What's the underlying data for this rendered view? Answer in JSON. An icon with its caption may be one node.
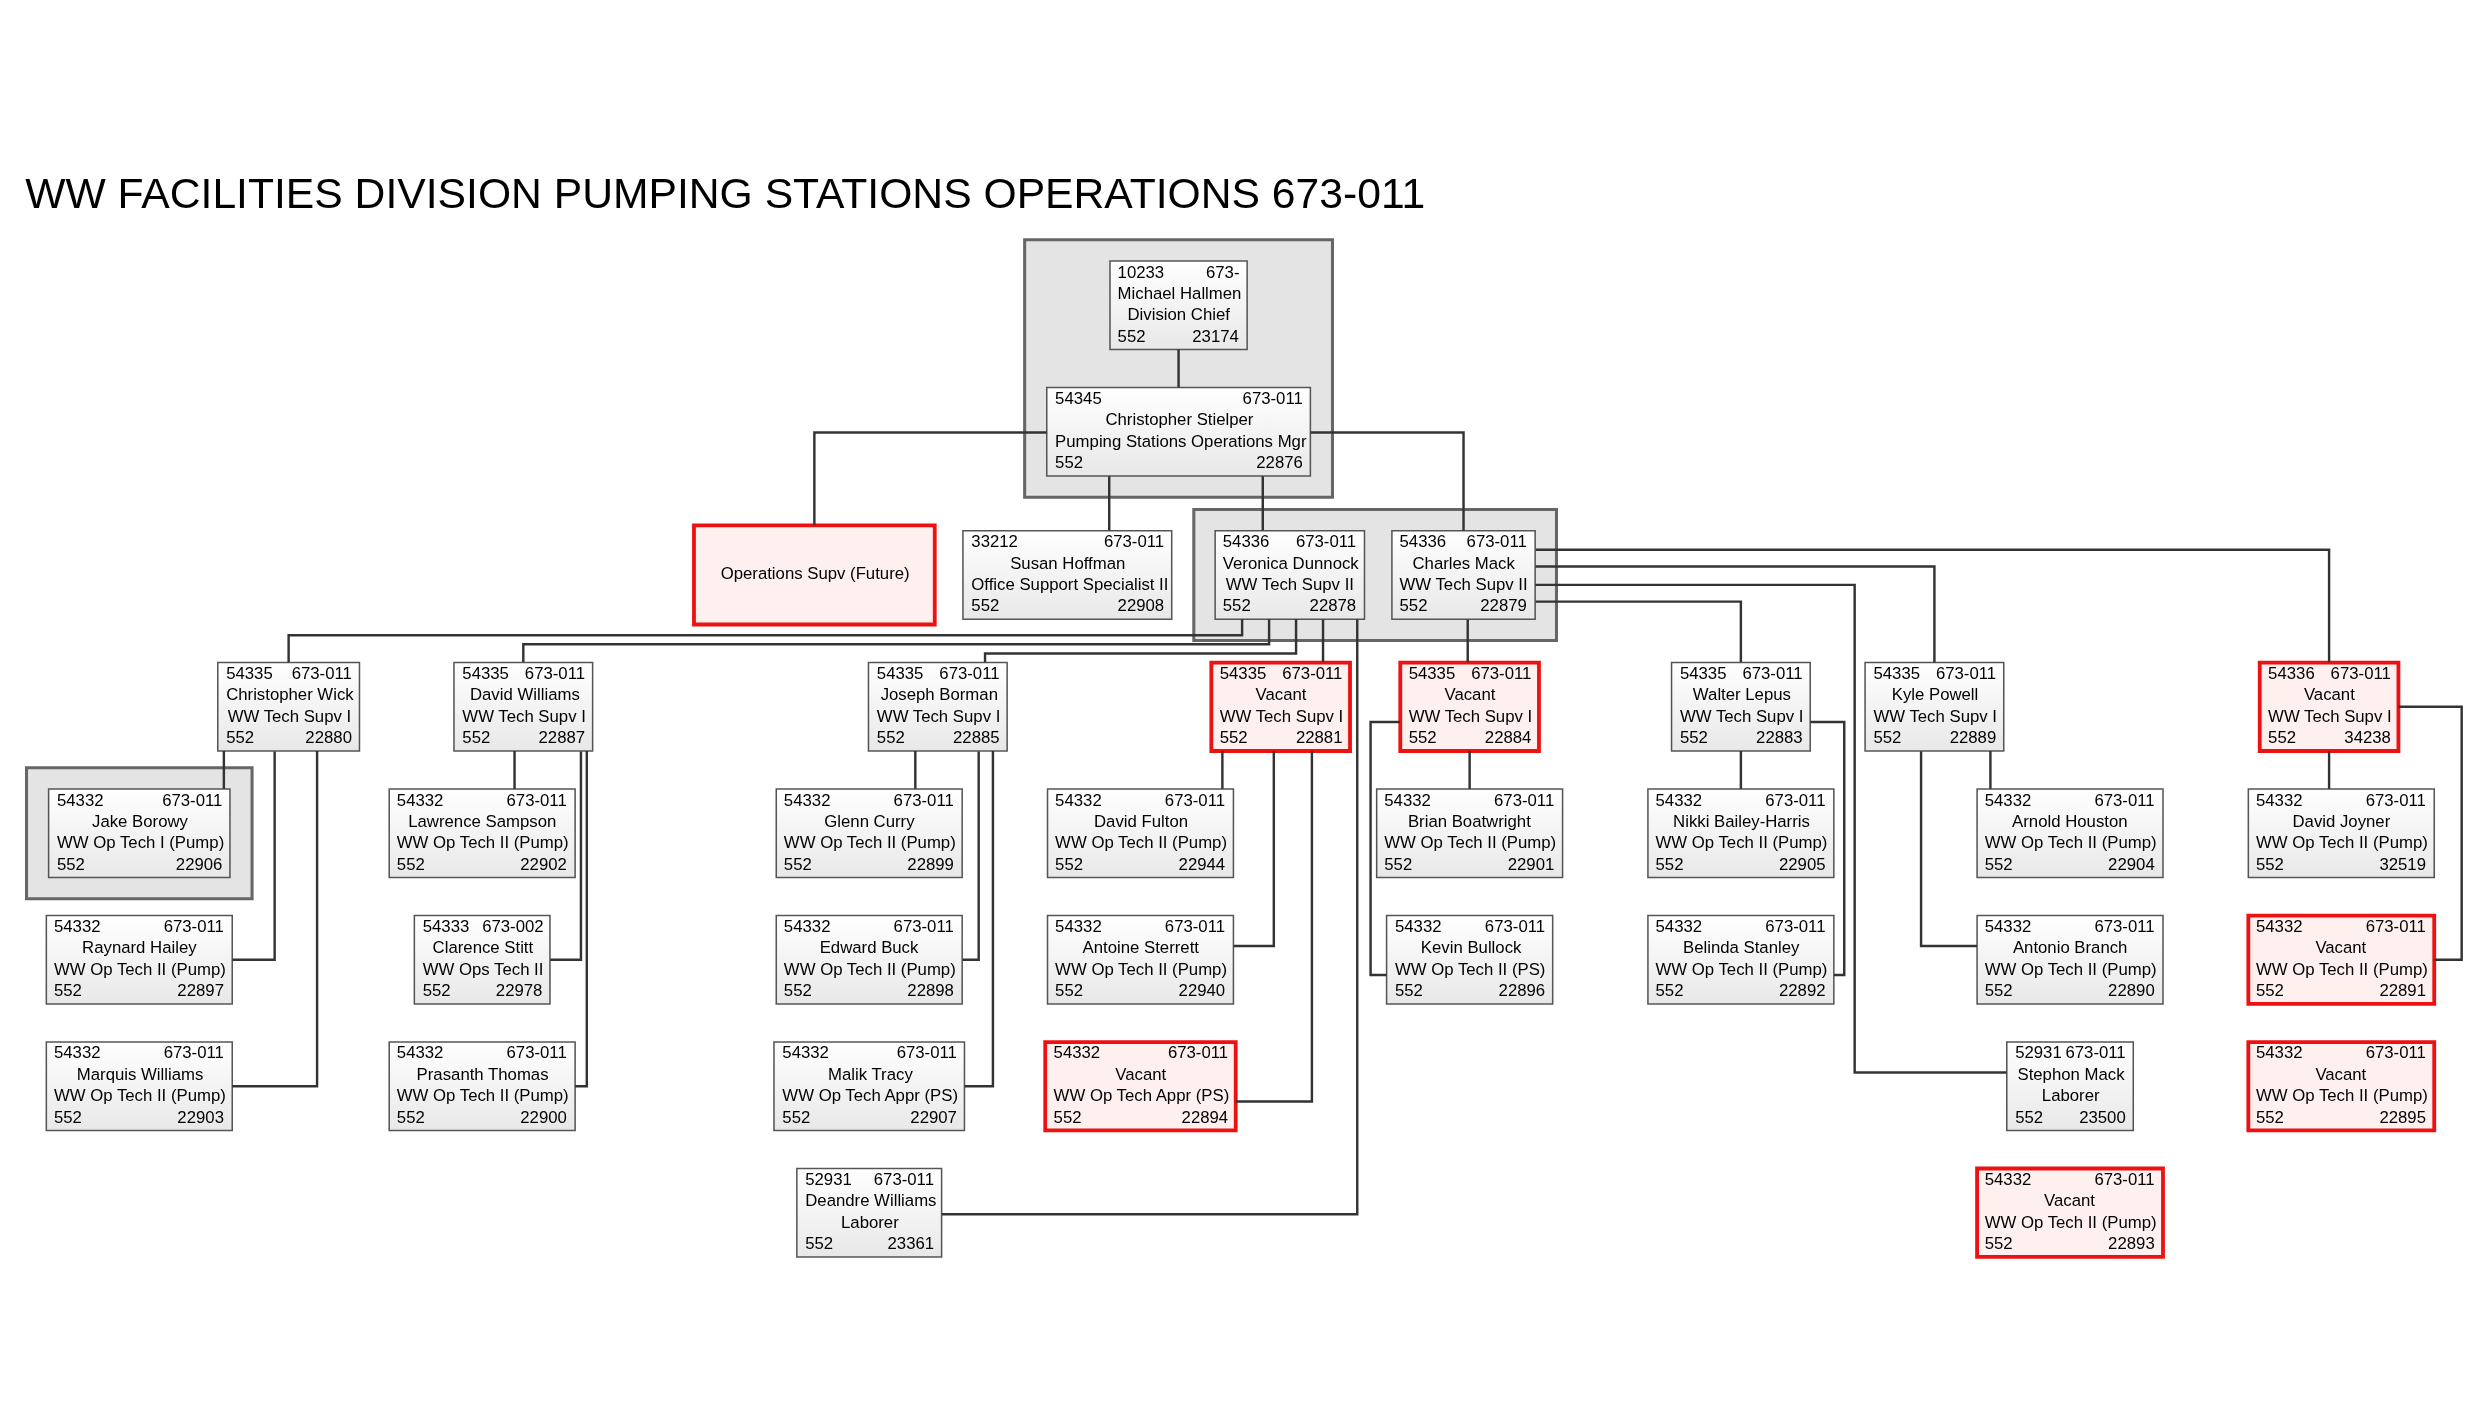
{
  "diagram": {
    "title": "WW FACILITIES DIVISION PUMPING STATIONS OPERATIONS 673-011",
    "nodes": [
      {
        "text": [],
        "shape": "box"
      },
      {
        "text": [
          "10233",
          "673-",
          "Michael Hallmen",
          "Division Chief",
          "552",
          "23174"
        ],
        "in": 0
      },
      {
        "text": [
          "54345",
          "673-011",
          "Christopher Stielper",
          "Pumping Stations Operations Mgr",
          "552",
          "22876"
        ],
        "in": 0
      },
      {
        "text": [
          "Operations Supv (Future)"
        ]
      },
      {
        "text": [
          "33212",
          "673-011",
          "Susan Hoffman",
          "Office Support Specialist II",
          "552",
          "22908"
        ]
      },
      {
        "text": [],
        "shape": "box"
      },
      {
        "text": [
          "54336",
          "673-011",
          "Veronica Dunnock",
          "WW Tech Supv II",
          "552",
          "22878"
        ],
        "in": 5
      },
      {
        "text": [
          "54336",
          "673-011",
          "Charles Mack",
          "WW Tech Supv II",
          "552",
          "22879"
        ],
        "in": 5
      },
      {
        "text": [
          "54335",
          "673-011",
          "Christopher Wick",
          "WW Tech Supv I",
          "552",
          "22880"
        ]
      },
      {
        "text": [
          "54335",
          "673-011",
          "David Williams",
          "WW Tech Supv I",
          "552",
          "22887"
        ]
      },
      {
        "text": [
          "54335",
          "673-011",
          "Joseph Borman",
          "WW Tech Supv I",
          "552",
          "22885"
        ]
      },
      {
        "text": [
          "54335",
          "673-011",
          "Vacant",
          "WW Tech Supv I",
          "552",
          "22881"
        ]
      },
      {
        "text": [
          "54335",
          "673-011",
          "Vacant",
          "WW Tech Supv I",
          "552",
          "22884"
        ]
      },
      {
        "text": [
          "54335",
          "673-011",
          "Walter Lepus",
          "WW Tech Supv I",
          "552",
          "22883"
        ]
      },
      {
        "text": [
          "54335",
          "673-011",
          "Kyle Powell",
          "WW Tech Supv I",
          "552",
          "22889"
        ]
      },
      {
        "text": [
          "54336",
          "673-011",
          "Vacant",
          "WW Tech Supv I",
          "552",
          "34238"
        ]
      },
      {
        "text": [],
        "shape": "box"
      },
      {
        "text": [
          "54332",
          "673-011",
          "Jake Borowy",
          "WW Op Tech I (Pump)",
          "552",
          "22906"
        ],
        "in": 16
      },
      {
        "text": [
          "54332",
          "673-011",
          "Lawrence Sampson",
          "WW Op Tech II (Pump)",
          "552",
          "22902"
        ]
      },
      {
        "text": [
          "54332",
          "673-011",
          "Glenn Curry",
          "WW Op Tech II (Pump)",
          "552",
          "22899"
        ]
      },
      {
        "text": [
          "54332",
          "673-011",
          "David Fulton",
          "WW Op Tech II (Pump)",
          "552",
          "22944"
        ]
      },
      {
        "text": [
          "54332",
          "673-011",
          "Brian Boatwright",
          "WW Op Tech II (Pump)",
          "552",
          "22901"
        ]
      },
      {
        "text": [
          "54332",
          "673-011",
          "Nikki Bailey-Harris",
          "WW Op Tech II (Pump)",
          "552",
          "22905"
        ]
      },
      {
        "text": [
          "54332",
          "673-011",
          "Arnold Houston",
          "WW Op Tech II (Pump)",
          "552",
          "22904"
        ]
      },
      {
        "text": [
          "54332",
          "673-011",
          "David Joyner",
          "WW Op Tech II (Pump)",
          "552",
          "32519"
        ]
      },
      {
        "text": [
          "54332",
          "673-011",
          "Raynard Hailey",
          "WW Op Tech II (Pump)",
          "552",
          "22897"
        ]
      },
      {
        "text": [
          "54333",
          "673-002",
          "Clarence Stitt",
          "WW Ops Tech II",
          "552",
          "22978"
        ]
      },
      {
        "text": [
          "54332",
          "673-011",
          "Edward Buck",
          "WW Op Tech II (Pump)",
          "552",
          "22898"
        ]
      },
      {
        "text": [
          "54332",
          "673-011",
          "Antoine Sterrett",
          "WW Op Tech II (Pump)",
          "552",
          "22940"
        ]
      },
      {
        "text": [
          "54332",
          "673-011",
          "Kevin Bullock",
          "WW Op Tech II (PS)",
          "552",
          "22896"
        ]
      },
      {
        "text": [
          "54332",
          "673-011",
          "Belinda Stanley",
          "WW Op Tech II (Pump)",
          "552",
          "22892"
        ]
      },
      {
        "text": [
          "54332",
          "673-011",
          "Antonio Branch",
          "WW Op Tech II (Pump)",
          "552",
          "22890"
        ]
      },
      {
        "text": [
          "54332",
          "673-011",
          "Vacant",
          "WW Op Tech II (Pump)",
          "552",
          "22891"
        ]
      },
      {
        "text": [
          "54332",
          "673-011",
          "Marquis Williams",
          "WW Op Tech II (Pump)",
          "552",
          "22903"
        ]
      },
      {
        "text": [
          "54332",
          "673-011",
          "Prasanth Thomas",
          "WW Op Tech II (Pump)",
          "552",
          "22900"
        ]
      },
      {
        "text": [
          "54332",
          "673-011",
          "Malik Tracy",
          "WW Op Tech Appr (PS)",
          "552",
          "22907"
        ]
      },
      {
        "text": [
          "54332",
          "673-011",
          "Vacant",
          "WW Op Tech Appr (PS)",
          "552",
          "22894"
        ]
      },
      {
        "text": [
          "52931",
          "673-011",
          "Stephon Mack",
          "Laborer",
          "552",
          "23500"
        ]
      },
      {
        "text": [
          "52931",
          "673-011",
          "Deandre Williams",
          "Laborer",
          "552",
          "23361"
        ]
      },
      {
        "text": [
          "54332",
          "673-011",
          "Vacant",
          "WW Op Tech II (Pump)",
          "552",
          "22893"
        ]
      },
      {
        "text": [
          "54332",
          "673-011",
          "Vacant",
          "WW Op Tech II (Pump)",
          "552",
          "22895"
        ]
      }
    ],
    "edges": [
      {
        "from": 1,
        "to": 2,
        "arrow": "none"
      },
      {
        "from": 2,
        "to": 3,
        "arrow": "none"
      },
      {
        "from": 2,
        "to": 4,
        "arrow": "none"
      },
      {
        "from": 2,
        "to": 6,
        "arrow": "none"
      },
      {
        "from": 2,
        "to": 7,
        "arrow": "none"
      },
      {
        "from": 6,
        "to": 8,
        "arrow": "none"
      },
      {
        "from": 6,
        "to": 9,
        "arrow": "none"
      },
      {
        "from": 6,
        "to": 10,
        "arrow": "none"
      },
      {
        "from": 6,
        "to": 11,
        "arrow": "none"
      },
      {
        "from": 6,
        "to": 38,
        "arrow": "none"
      },
      {
        "from": 7,
        "to": 12,
        "arrow": "none"
      },
      {
        "from": 7,
        "to": 13,
        "arrow": "none"
      },
      {
        "from": 7,
        "to": 14,
        "arrow": "none"
      },
      {
        "from": 7,
        "to": 15,
        "arrow": "none"
      },
      {
        "from": 7,
        "to": 37,
        "arrow": "none"
      },
      {
        "from": 8,
        "to": 17,
        "arrow": "none"
      },
      {
        "from": 8,
        "to": 25,
        "arrow": "none"
      },
      {
        "from": 8,
        "to": 33,
        "arrow": "none"
      },
      {
        "from": 9,
        "to": 18,
        "arrow": "none"
      },
      {
        "from": 9,
        "to": 26,
        "arrow": "none"
      },
      {
        "from": 9,
        "to": 34,
        "arrow": "none"
      },
      {
        "from": 10,
        "to": 19,
        "arrow": "none"
      },
      {
        "from": 10,
        "to": 27,
        "arrow": "none"
      },
      {
        "from": 10,
        "to": 35,
        "arrow": "none"
      },
      {
        "from": 11,
        "to": 20,
        "arrow": "none"
      },
      {
        "from": 11,
        "to": 28,
        "arrow": "none"
      },
      {
        "from": 11,
        "to": 36,
        "arrow": "none"
      },
      {
        "from": 12,
        "to": 21,
        "arrow": "none"
      },
      {
        "from": 12,
        "to": 29,
        "arrow": "none"
      },
      {
        "from": 13,
        "to": 22,
        "arrow": "none"
      },
      {
        "from": 13,
        "to": 30,
        "arrow": "none"
      },
      {
        "from": 14,
        "to": 23,
        "arrow": "none"
      },
      {
        "from": 14,
        "to": 31,
        "arrow": "none"
      },
      {
        "from": 15,
        "to": 24,
        "arrow": "none"
      },
      {
        "from": 15,
        "to": 32,
        "arrow": "none"
      }
    ]
  }
}
